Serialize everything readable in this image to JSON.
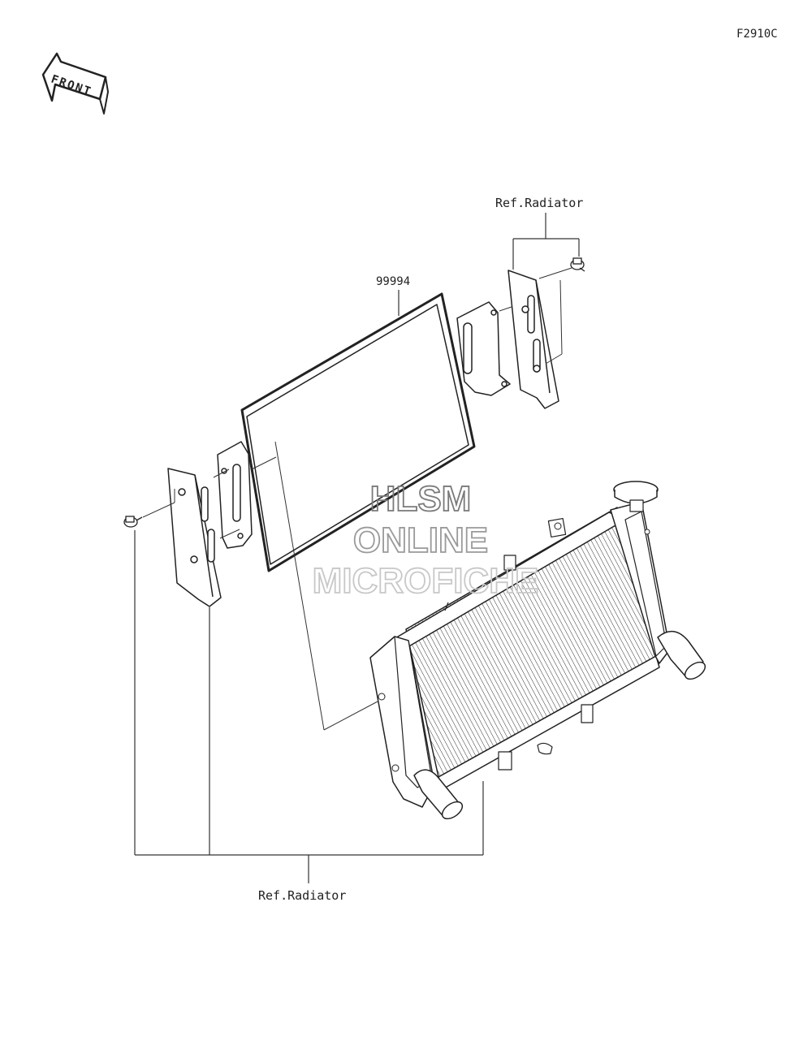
{
  "diagram": {
    "code": "F2910C",
    "front_label": "FRONT",
    "part_number": "99994",
    "ref_upper": "Ref.Radiator",
    "ref_lower": "Ref.Radiator",
    "watermark": [
      "HLSM",
      "ONLINE",
      "MICROFICHE"
    ]
  }
}
